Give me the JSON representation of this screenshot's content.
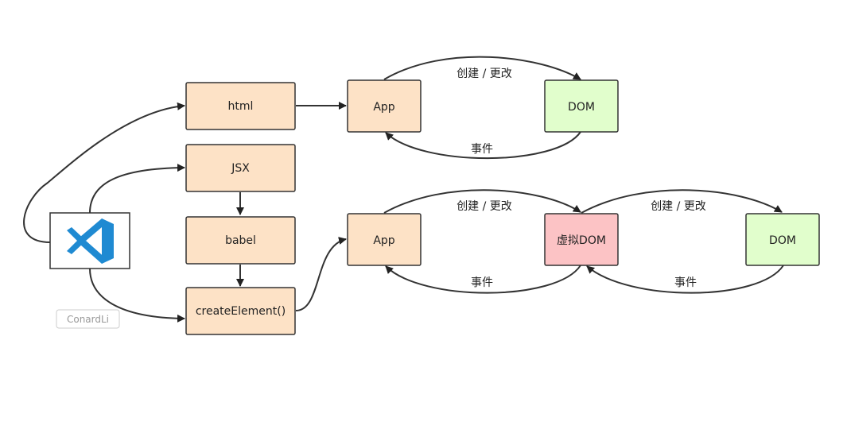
{
  "nodes": {
    "html": "html",
    "jsx": "JSX",
    "babel": "babel",
    "create_element": "createElement()",
    "app_top": "App",
    "dom_top": "DOM",
    "app_bottom": "App",
    "vdom": "虚拟DOM",
    "dom_bottom": "DOM"
  },
  "edges": {
    "top_create": "创建 / 更改",
    "top_event": "事件",
    "bottom_create_1": "创建 / 更改",
    "bottom_event_1": "事件",
    "bottom_create_2": "创建 / 更改",
    "bottom_event_2": "事件"
  },
  "logo": {
    "icon": "vscode-icon",
    "color": "#1f8ad2"
  },
  "watermark": "ConardLi",
  "colors": {
    "peach": "#fde2c6",
    "green": "#e1fecc",
    "pink": "#fcc3c5",
    "stroke": "#333333"
  }
}
